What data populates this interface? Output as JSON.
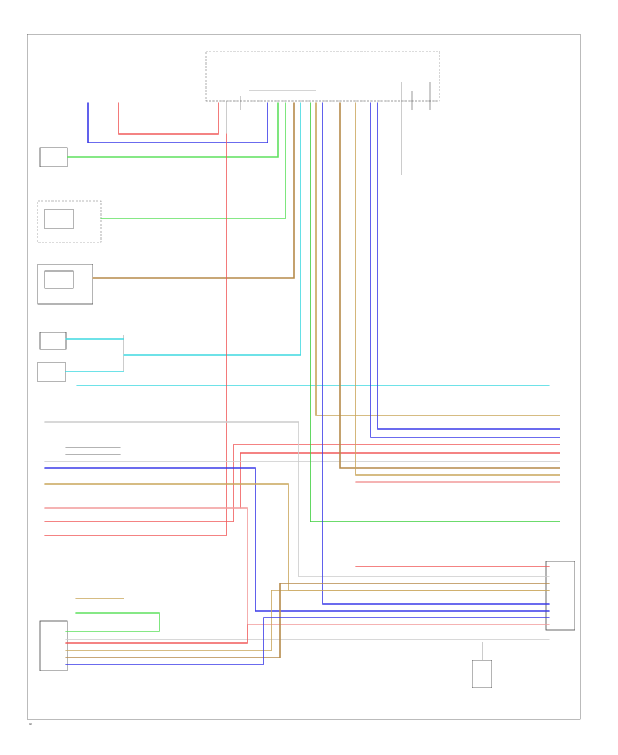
{
  "colors": {
    "blue": "#3a3ae8",
    "red": "#f05a5a",
    "light_green": "#5fe05f",
    "green": "#3ccf3c",
    "brown": "#b58a4a",
    "tan": "#c9a55a",
    "cyan": "#3fd8e0",
    "gray": "#9a9a9a",
    "pink": "#f29a9a",
    "light_gray": "#cccccc"
  },
  "labels": {
    "footer": "W0"
  },
  "components": [
    {
      "id": "unit_top_right",
      "label": ""
    },
    {
      "id": "left_unit_1",
      "label": ""
    },
    {
      "id": "left_unit_2",
      "label": ""
    },
    {
      "id": "left_unit_3",
      "label": ""
    },
    {
      "id": "left_unit_4",
      "label": ""
    },
    {
      "id": "left_unit_5",
      "label": ""
    },
    {
      "id": "right_connector",
      "label": ""
    },
    {
      "id": "bottom_right_sensor",
      "label": ""
    },
    {
      "id": "bottom_left_unit",
      "label": ""
    }
  ]
}
